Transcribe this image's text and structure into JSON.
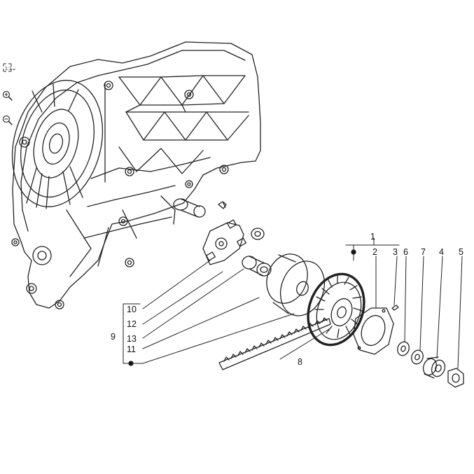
{
  "toolbar": {
    "items": [
      {
        "name": "fit-to-screen-icon"
      },
      {
        "name": "zoom-in-icon"
      },
      {
        "name": "zoom-out-icon"
      }
    ]
  },
  "diagram": {
    "background": "#ffffff",
    "line_color": "#222222",
    "callouts": {
      "c1": "1",
      "c2": "2",
      "c3": "3",
      "c4": "4",
      "c5": "5",
      "c6": "6",
      "c7": "7",
      "c8": "8",
      "c9": "9",
      "c10": "10",
      "c11": "11",
      "c12": "12",
      "c13": "13"
    }
  }
}
